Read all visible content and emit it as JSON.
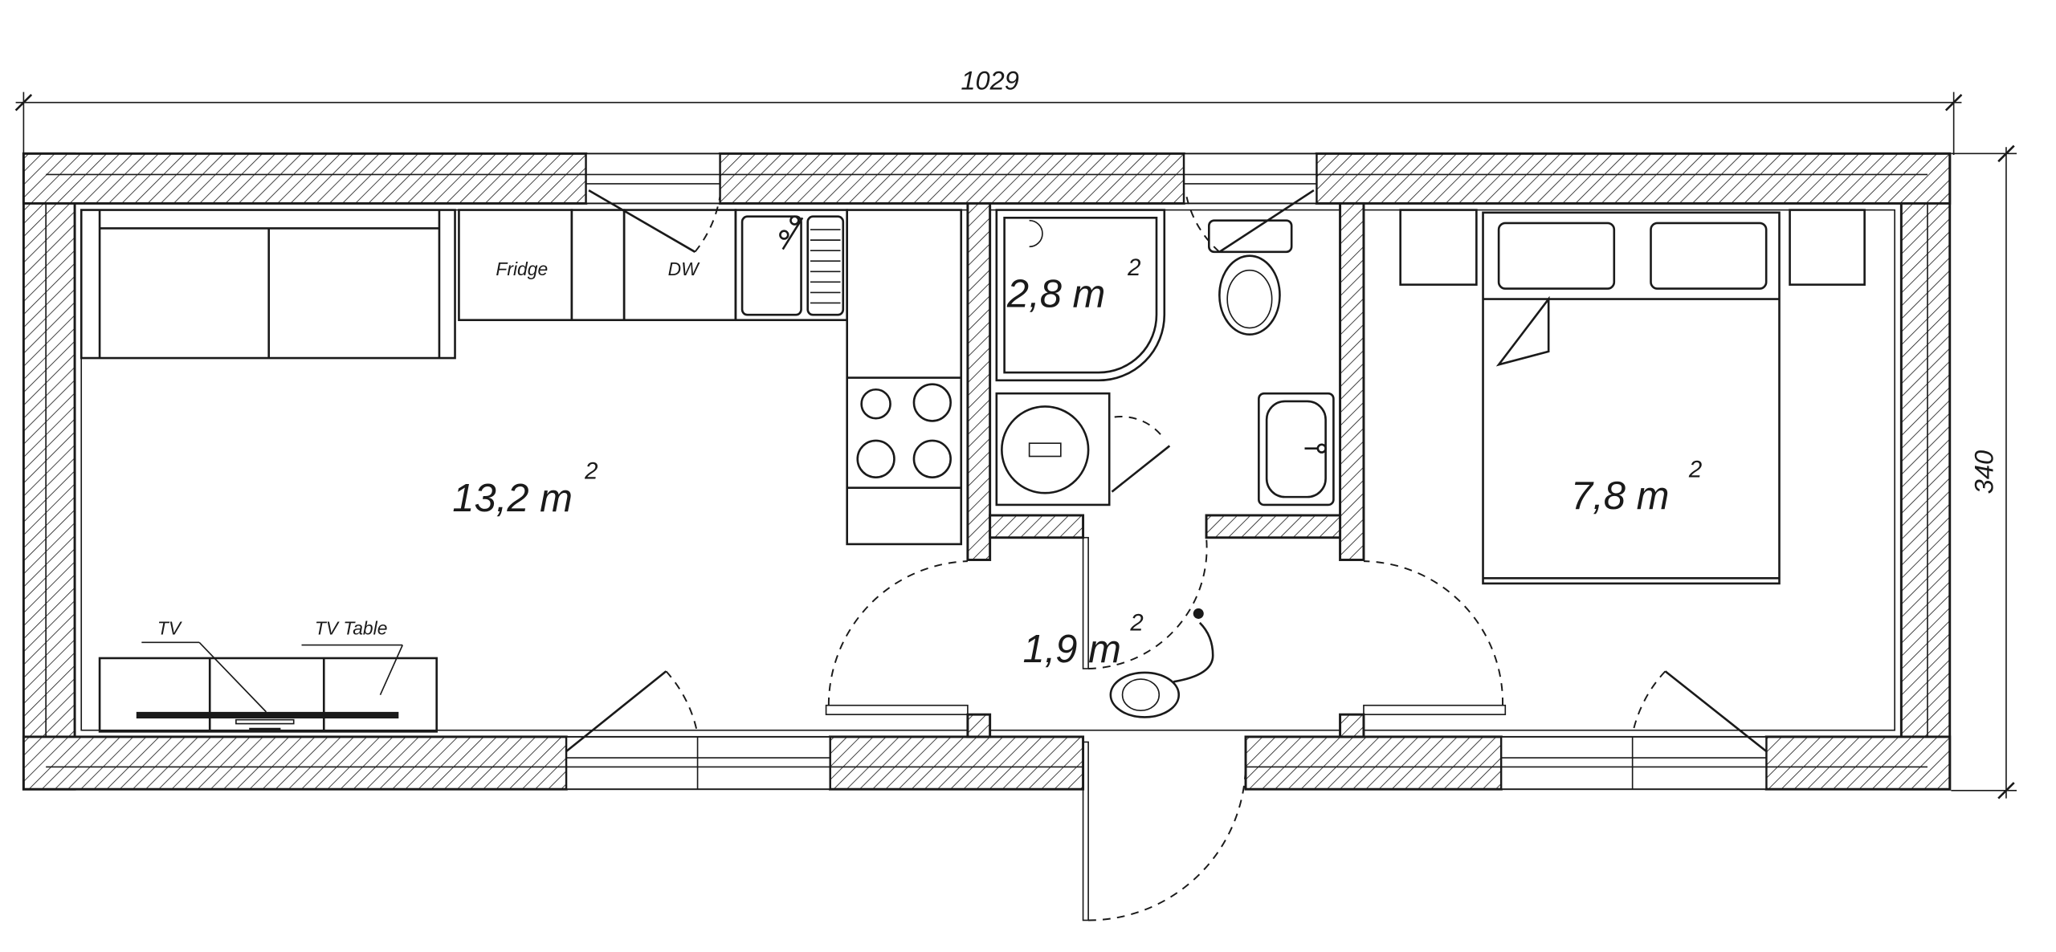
{
  "dimensions": {
    "width": "1029",
    "depth": "340"
  },
  "rooms": {
    "living": {
      "area": "13,2 m",
      "sup": "2"
    },
    "shower": {
      "area": "2,8 m",
      "sup": "2"
    },
    "hall": {
      "area": "1,9 m",
      "sup": "2"
    },
    "bedroom": {
      "area": "7,8 m",
      "sup": "2"
    }
  },
  "labels": {
    "fridge": "Fridge",
    "dishwasher": "DW",
    "tv": "TV",
    "tv_table": "TV Table"
  },
  "colors": {
    "line": "#1a1a1a",
    "background": "#ffffff"
  }
}
